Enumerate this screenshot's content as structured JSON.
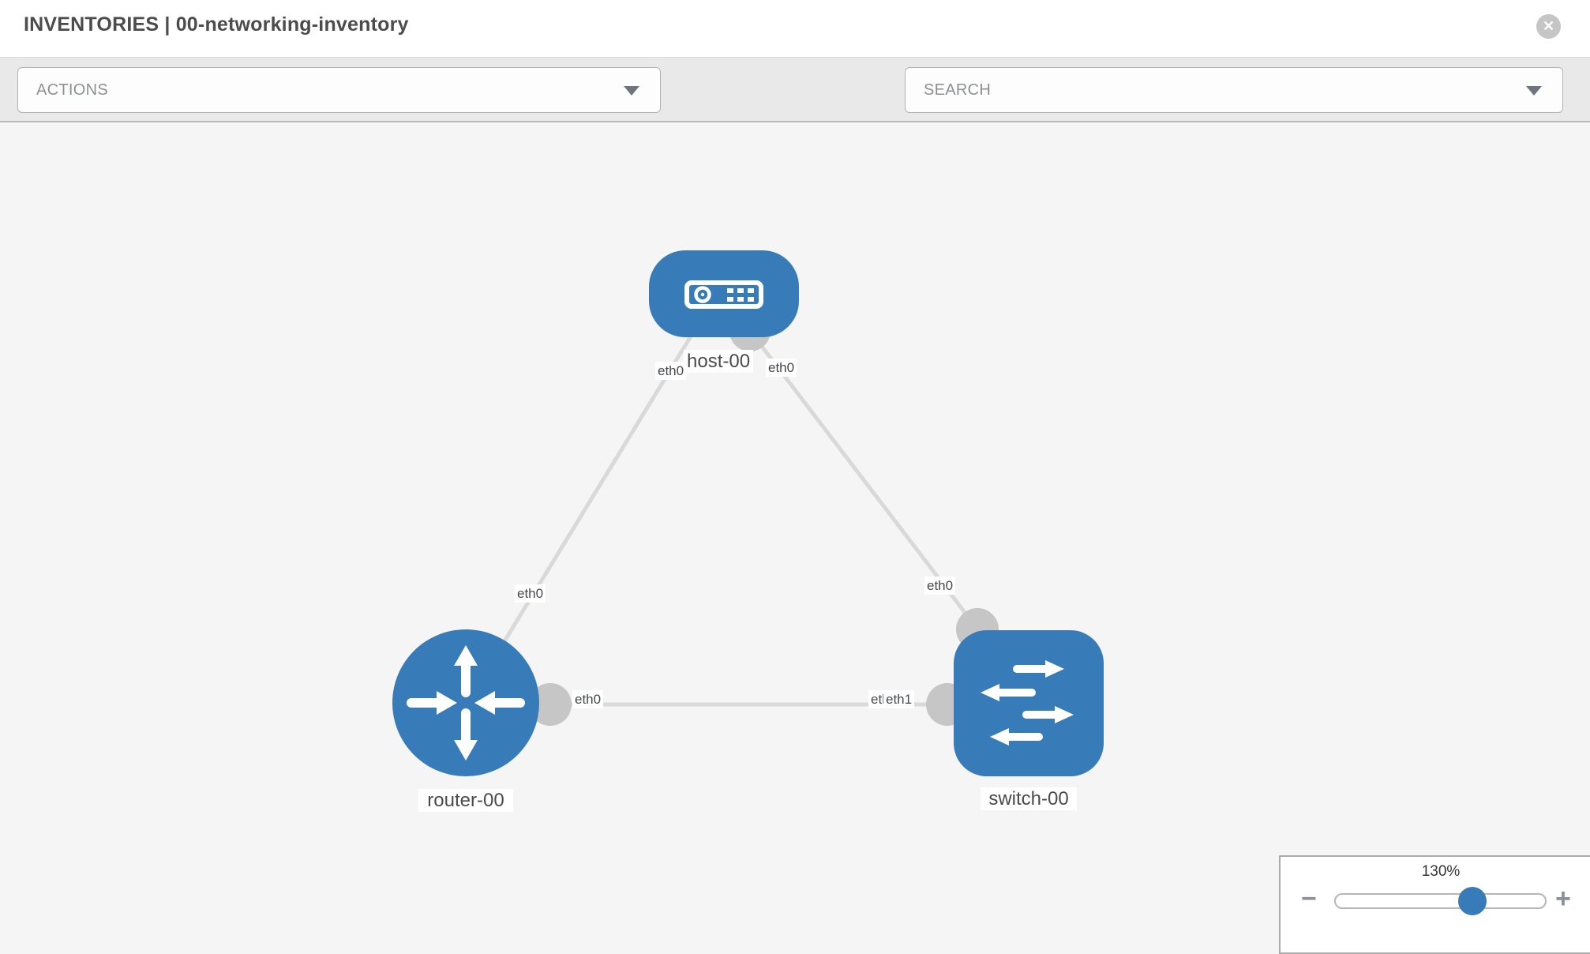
{
  "header": {
    "title": "INVENTORIES | 00-networking-inventory",
    "close_glyph": "✕"
  },
  "toolbar": {
    "actions_label": "ACTIONS",
    "search_label": "SEARCH",
    "icons": [
      "wrench-icon",
      "key-icon"
    ]
  },
  "diagram": {
    "nodes": [
      {
        "id": "host-00",
        "type": "host",
        "label": "host-00"
      },
      {
        "id": "router-00",
        "type": "router",
        "label": "router-00"
      },
      {
        "id": "switch-00",
        "type": "switch",
        "label": "switch-00"
      }
    ],
    "links": [
      {
        "from": "host-00",
        "to": "router-00",
        "from_if": "eth0",
        "to_if": "eth0"
      },
      {
        "from": "host-00",
        "to": "switch-00",
        "from_if": "eth0",
        "to_if": "eth0"
      },
      {
        "from": "router-00",
        "to": "switch-00",
        "from_if": "eth0",
        "to_if": "eth1",
        "to_if_occluded": "eth1"
      }
    ]
  },
  "zoom_control": {
    "level": "130%",
    "minus_glyph": "−",
    "plus_glyph": "+"
  },
  "colors": {
    "node_blue": "#377cb8",
    "link_gray": "#d9d9d9",
    "port_gray": "#c6c6c6",
    "toolbar_bg": "#e9e9e9",
    "canvas_bg": "#f5f5f5",
    "title_gray": "#4c4c4c"
  }
}
